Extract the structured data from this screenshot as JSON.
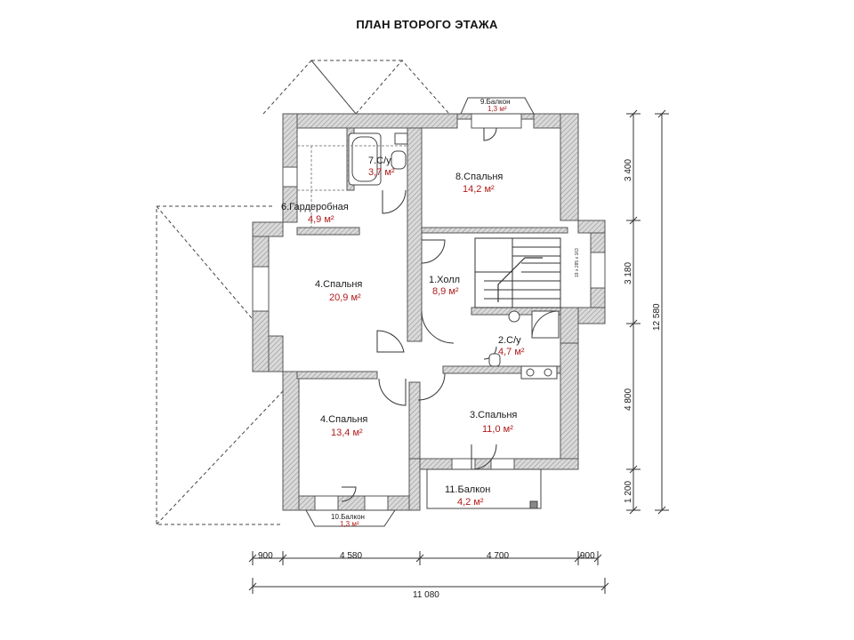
{
  "title": "ПЛАН ВТОРОГО ЭТАЖА",
  "rooms": [
    {
      "name": "1.Холл",
      "area": "8,9 м²"
    },
    {
      "name": "2.С/у",
      "area": "4,7 м²"
    },
    {
      "name": "3.Спальня",
      "area": "11,0 м²"
    },
    {
      "name": "4.Спальня",
      "area": "20,9 м²"
    },
    {
      "name": "4.Спальня",
      "area": "13,4 м²"
    },
    {
      "name": "6.Гардеробная",
      "area": "4,9 м²"
    },
    {
      "name": "7.С/у",
      "area": "3,7 м²"
    },
    {
      "name": "8.Спальня",
      "area": "14,2 м²"
    },
    {
      "name": "9.Балкон",
      "area": "1,3 м²"
    },
    {
      "name": "10.Балкон",
      "area": "1,3 м²"
    },
    {
      "name": "11.Балкон",
      "area": "4,2 м²"
    }
  ],
  "dimensions": {
    "bottom": [
      "900",
      "4 580",
      "4 700",
      "900"
    ],
    "bottom_total": "11 080",
    "right": [
      "3 400",
      "3 180",
      "4 800",
      "1 200"
    ],
    "right_total": "12 580"
  },
  "stair_note": "19 х 285 х 163"
}
